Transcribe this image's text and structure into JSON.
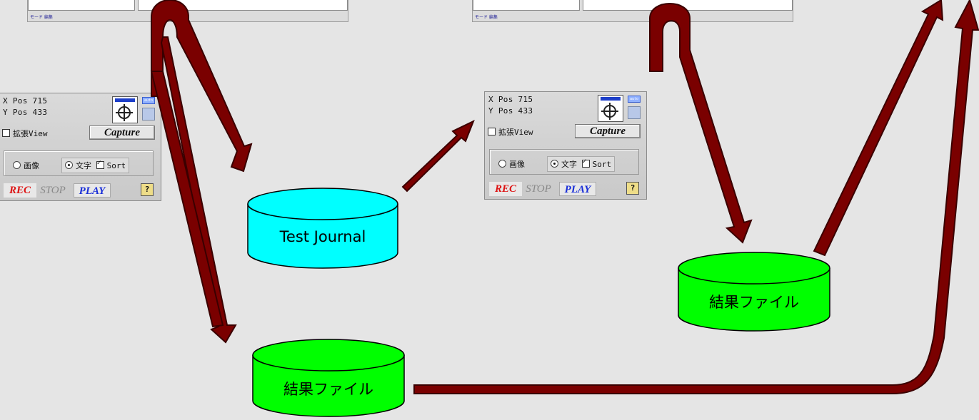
{
  "window_status_text": "モード 編集",
  "capture_panel": {
    "x_pos": "X Pos 715",
    "y_pos": "Y Pos 433",
    "mini_button": "auto",
    "extended_view": "拡張View",
    "capture_button": "Capture",
    "radio_image": "画像",
    "radio_text": "文字",
    "sort": "Sort",
    "rec": "REC",
    "stop": "STOP",
    "play": "PLAY",
    "help": "?"
  },
  "databases": {
    "test_journal": "Test Journal",
    "result_file_bottom": "結果ファイル",
    "result_file_right": "結果ファイル"
  },
  "colors": {
    "background": "#e5e5e5",
    "arrow_fill": "#7a0000",
    "arrow_outline": "#3a0000",
    "journal_fill": "#00ffff",
    "result_fill": "#00ff00"
  }
}
